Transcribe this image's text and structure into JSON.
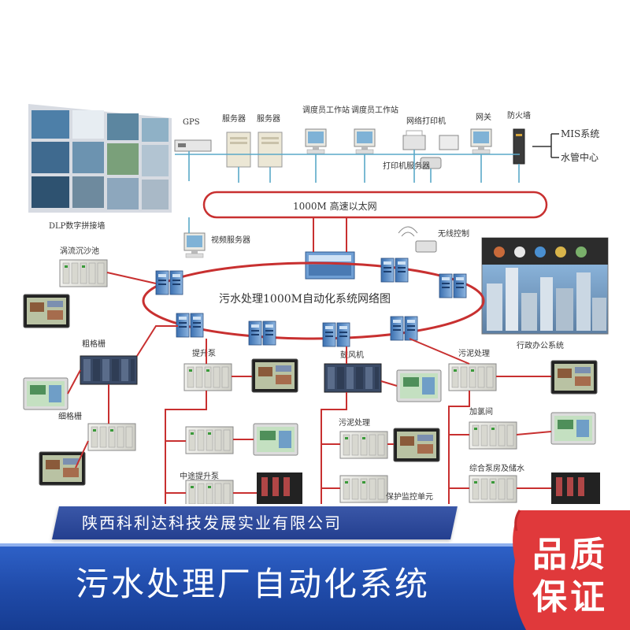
{
  "diagram": {
    "ring_title": "污水处理1000M自动化系统网络图",
    "ethernet_label": "1000M  高速以太网",
    "dlp_label": "DLP数字拼接墙",
    "gps_label": "GPS",
    "server1_label": "服务器",
    "server2_label": "服务器",
    "dispatcher1_label": "调度员工作站",
    "dispatcher2_label": "调度员工作站",
    "net_printer_label": "网络打印机",
    "printer_server_label": "打印机服务器",
    "gateway_label": "网关",
    "firewall_label": "防火墙",
    "mis_label": "MIS系统",
    "water_center_label": "水管中心",
    "video_server_label": "视频服务器",
    "wireless_label": "无线控制",
    "vortex_label": "涡流沉沙池",
    "coarse_grid_label": "粗格栅",
    "fine_grid_label": "细格栅",
    "lift_pump_label": "提升泵",
    "blower_label": "鼓风机",
    "sludge1_label": "污泥处理",
    "sludge2_label": "污泥处理",
    "mid_lift_label": "中途提升泵",
    "protect_unit_label": "保护监控单元",
    "chlorine_label": "加氯间",
    "pump_house_label": "综合泵房及储水",
    "admin_label": "行政办公系统"
  },
  "company_name": "陕西科利达科技发展实业有限公司",
  "banner_title": "污水处理厂自动化系统",
  "seal": {
    "line1": "品质",
    "line2": "保证"
  },
  "colors": {
    "link": "#d23a3a",
    "bus": "#c83030",
    "blue_band": "#1f4aa8",
    "seal": "#e0393b"
  }
}
